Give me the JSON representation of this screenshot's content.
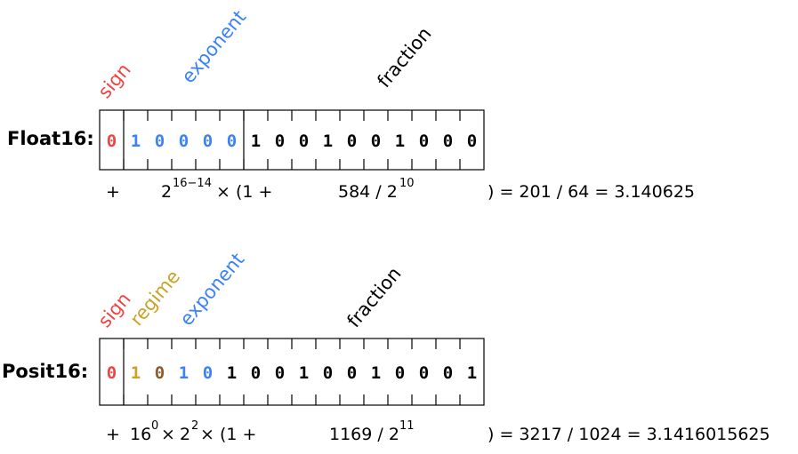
{
  "colors": {
    "sign": "#ef4444",
    "exponent": "#3b82f6",
    "regime_a": "#c9a227",
    "regime_b": "#8b5a2b",
    "fraction": "#000000"
  },
  "float16": {
    "title": "Float16:",
    "labels": {
      "sign": "sign",
      "exponent": "exponent",
      "fraction": "fraction"
    },
    "bits": [
      {
        "v": "0",
        "c": "sign"
      },
      {
        "v": "1",
        "c": "exponent"
      },
      {
        "v": "0",
        "c": "exponent"
      },
      {
        "v": "0",
        "c": "exponent"
      },
      {
        "v": "0",
        "c": "exponent"
      },
      {
        "v": "0",
        "c": "exponent"
      },
      {
        "v": "1",
        "c": "fraction"
      },
      {
        "v": "0",
        "c": "fraction"
      },
      {
        "v": "0",
        "c": "fraction"
      },
      {
        "v": "1",
        "c": "fraction"
      },
      {
        "v": "0",
        "c": "fraction"
      },
      {
        "v": "0",
        "c": "fraction"
      },
      {
        "v": "1",
        "c": "fraction"
      },
      {
        "v": "0",
        "c": "fraction"
      },
      {
        "v": "0",
        "c": "fraction"
      },
      {
        "v": "0",
        "c": "fraction"
      }
    ],
    "formula": {
      "sign": "+",
      "exp_base": "2",
      "exp_sup": "16−14",
      "times": "× (1 +",
      "frac_num": "584 / 2",
      "frac_sup": "10",
      "result": ") = 201 / 64 = 3.140625"
    }
  },
  "posit16": {
    "title": "Posit16:",
    "labels": {
      "sign": "sign",
      "regime": "regime",
      "exponent": "exponent",
      "fraction": "fraction"
    },
    "bits": [
      {
        "v": "0",
        "c": "sign"
      },
      {
        "v": "1",
        "c": "regime_a"
      },
      {
        "v": "0",
        "c": "regime_b"
      },
      {
        "v": "1",
        "c": "exponent"
      },
      {
        "v": "0",
        "c": "exponent"
      },
      {
        "v": "1",
        "c": "fraction"
      },
      {
        "v": "0",
        "c": "fraction"
      },
      {
        "v": "0",
        "c": "fraction"
      },
      {
        "v": "1",
        "c": "fraction"
      },
      {
        "v": "0",
        "c": "fraction"
      },
      {
        "v": "0",
        "c": "fraction"
      },
      {
        "v": "1",
        "c": "fraction"
      },
      {
        "v": "0",
        "c": "fraction"
      },
      {
        "v": "0",
        "c": "fraction"
      },
      {
        "v": "0",
        "c": "fraction"
      },
      {
        "v": "1",
        "c": "fraction"
      }
    ],
    "formula": {
      "sign": "+",
      "regime_base": "16",
      "regime_sup": "0",
      "times1": "×",
      "exp_base": "2",
      "exp_sup": "2",
      "times2": "× (1 +",
      "frac_num": "1169 / 2",
      "frac_sup": "11",
      "result": ") = 3217 / 1024 = 3.1416015625"
    }
  }
}
